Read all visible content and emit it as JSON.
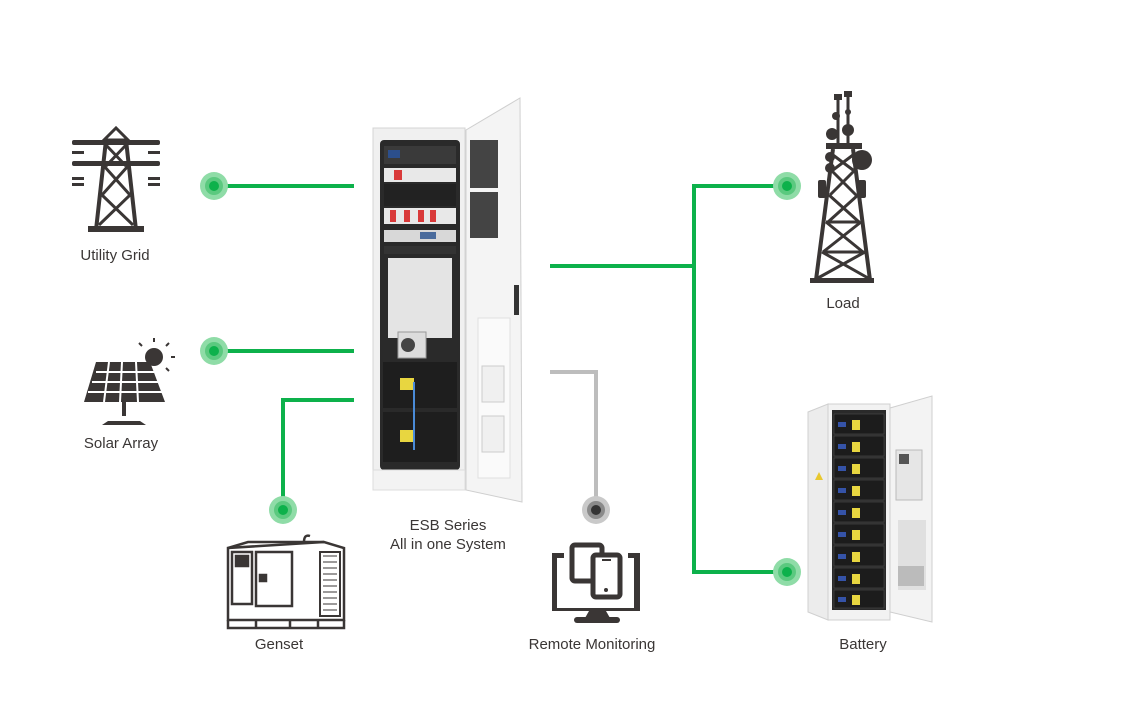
{
  "colors": {
    "line_green": "#0db14b",
    "node_green": "#0db14b",
    "halo_green": "#8fdca7",
    "line_gray": "#bdbdbd",
    "node_gray": "#333333",
    "halo_gray": "#b5b5b5",
    "icon_dark": "#3a3635"
  },
  "nodes": {
    "utility_grid": {
      "label": "Utility Grid",
      "icon": "transmission-tower-icon"
    },
    "solar_array": {
      "label": "Solar Array",
      "icon": "solar-panel-icon"
    },
    "genset": {
      "label": "Genset",
      "icon": "generator-icon"
    },
    "esb": {
      "label_line1": "ESB Series",
      "label_line2": "All in one System",
      "icon": "cabinet-image"
    },
    "remote_monitoring": {
      "label": "Remote Monitoring",
      "icon": "devices-icon"
    },
    "load": {
      "label": "Load",
      "icon": "telecom-tower-icon"
    },
    "battery": {
      "label": "Battery",
      "icon": "battery-cabinet-image"
    }
  }
}
